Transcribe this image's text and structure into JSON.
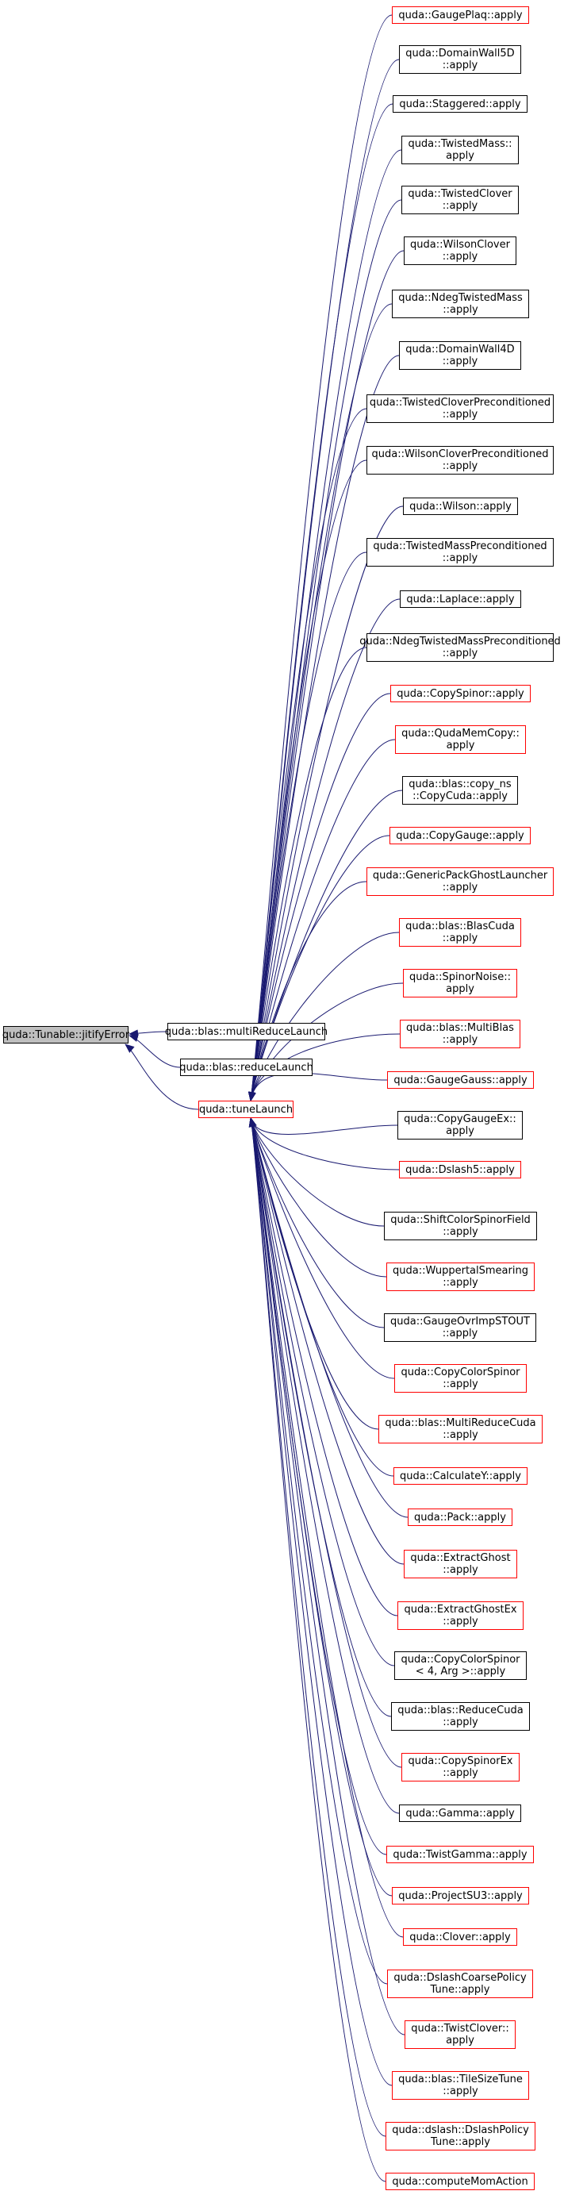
{
  "colors": {
    "edge": "#191970",
    "red_border": "#ff0000",
    "black_border": "#000000",
    "root_fill": "#bfbfbf"
  },
  "root": {
    "label": "quda::Tunable::jitifyError"
  },
  "middle": [
    {
      "id": "mrl",
      "lines": [
        "quda::blas::multiReduceLaunch"
      ],
      "border": "black"
    },
    {
      "id": "rl",
      "lines": [
        "quda::blas::reduceLaunch"
      ],
      "border": "black"
    },
    {
      "id": "tl",
      "lines": [
        "quda::tuneLaunch"
      ],
      "border": "red"
    }
  ],
  "callers": [
    {
      "lines": [
        "quda::GaugePlaq::apply"
      ],
      "border": "red"
    },
    {
      "lines": [
        "quda::DomainWall5D",
        "::apply"
      ],
      "border": "black"
    },
    {
      "lines": [
        "quda::Staggered::apply"
      ],
      "border": "black"
    },
    {
      "lines": [
        "quda::TwistedMass::",
        "apply"
      ],
      "border": "black"
    },
    {
      "lines": [
        "quda::TwistedClover",
        "::apply"
      ],
      "border": "black"
    },
    {
      "lines": [
        "quda::WilsonClover",
        "::apply"
      ],
      "border": "black"
    },
    {
      "lines": [
        "quda::NdegTwistedMass",
        "::apply"
      ],
      "border": "black"
    },
    {
      "lines": [
        "quda::DomainWall4D",
        "::apply"
      ],
      "border": "black"
    },
    {
      "lines": [
        "quda::TwistedCloverPreconditioned",
        "::apply"
      ],
      "border": "black"
    },
    {
      "lines": [
        "quda::WilsonCloverPreconditioned",
        "::apply"
      ],
      "border": "black"
    },
    {
      "lines": [
        "quda::Wilson::apply"
      ],
      "border": "black"
    },
    {
      "lines": [
        "quda::TwistedMassPreconditioned",
        "::apply"
      ],
      "border": "black"
    },
    {
      "lines": [
        "quda::Laplace::apply"
      ],
      "border": "black"
    },
    {
      "lines": [
        "quda::NdegTwistedMassPreconditioned",
        "::apply"
      ],
      "border": "black"
    },
    {
      "lines": [
        "quda::CopySpinor::apply"
      ],
      "border": "red"
    },
    {
      "lines": [
        "quda::QudaMemCopy::",
        "apply"
      ],
      "border": "red"
    },
    {
      "lines": [
        "quda::blas::copy_ns",
        "::CopyCuda::apply"
      ],
      "border": "black"
    },
    {
      "lines": [
        "quda::CopyGauge::apply"
      ],
      "border": "red"
    },
    {
      "lines": [
        "quda::GenericPackGhostLauncher",
        "::apply"
      ],
      "border": "red"
    },
    {
      "lines": [
        "quda::blas::BlasCuda",
        "::apply"
      ],
      "border": "red"
    },
    {
      "lines": [
        "quda::SpinorNoise::",
        "apply"
      ],
      "border": "red"
    },
    {
      "lines": [
        "quda::blas::MultiBlas",
        "::apply"
      ],
      "border": "red"
    },
    {
      "lines": [
        "quda::GaugeGauss::apply"
      ],
      "border": "red"
    },
    {
      "lines": [
        "quda::CopyGaugeEx::",
        "apply"
      ],
      "border": "black"
    },
    {
      "lines": [
        "quda::Dslash5::apply"
      ],
      "border": "red"
    },
    {
      "lines": [
        "quda::ShiftColorSpinorField",
        "::apply"
      ],
      "border": "black"
    },
    {
      "lines": [
        "quda::WuppertalSmearing",
        "::apply"
      ],
      "border": "red"
    },
    {
      "lines": [
        "quda::GaugeOvrImpSTOUT",
        "::apply"
      ],
      "border": "black"
    },
    {
      "lines": [
        "quda::CopyColorSpinor",
        "::apply"
      ],
      "border": "red"
    },
    {
      "lines": [
        "quda::blas::MultiReduceCuda",
        "::apply"
      ],
      "border": "red"
    },
    {
      "lines": [
        "quda::CalculateY::apply"
      ],
      "border": "red"
    },
    {
      "lines": [
        "quda::Pack::apply"
      ],
      "border": "red"
    },
    {
      "lines": [
        "quda::ExtractGhost",
        "::apply"
      ],
      "border": "red"
    },
    {
      "lines": [
        "quda::ExtractGhostEx",
        "::apply"
      ],
      "border": "red"
    },
    {
      "lines": [
        "quda::CopyColorSpinor",
        "< 4, Arg >::apply"
      ],
      "border": "black"
    },
    {
      "lines": [
        "quda::blas::ReduceCuda",
        "::apply"
      ],
      "border": "black"
    },
    {
      "lines": [
        "quda::CopySpinorEx",
        "::apply"
      ],
      "border": "red"
    },
    {
      "lines": [
        "quda::Gamma::apply"
      ],
      "border": "black"
    },
    {
      "lines": [
        "quda::TwistGamma::apply"
      ],
      "border": "red"
    },
    {
      "lines": [
        "quda::ProjectSU3::apply"
      ],
      "border": "red"
    },
    {
      "lines": [
        "quda::Clover::apply"
      ],
      "border": "red"
    },
    {
      "lines": [
        "quda::DslashCoarsePolicy",
        "Tune::apply"
      ],
      "border": "red"
    },
    {
      "lines": [
        "quda::TwistClover::",
        "apply"
      ],
      "border": "red"
    },
    {
      "lines": [
        "quda::blas::TileSizeTune",
        "::apply"
      ],
      "border": "red"
    },
    {
      "lines": [
        "quda::dslash::DslashPolicy",
        "Tune::apply"
      ],
      "border": "red"
    },
    {
      "lines": [
        "quda::computeMomAction"
      ],
      "border": "red"
    }
  ]
}
